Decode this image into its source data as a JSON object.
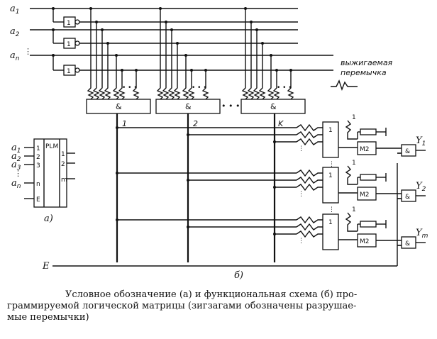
{
  "diagram": {
    "inputs": [
      "a",
      "1",
      "a",
      "2",
      "a",
      "n"
    ],
    "input_labels": {
      "a1_base": "a",
      "a1_sub": "1",
      "a2_base": "a",
      "a2_sub": "2",
      "dots": "⋮",
      "an_base": "a",
      "an_sub": "n"
    },
    "inverter_label": "1",
    "and_gate_label": "&",
    "and_gates": [
      "&",
      "&",
      "&"
    ],
    "gate_dots": "• • •",
    "fuse_dots": "• • •",
    "column_labels": [
      "1",
      "2",
      "K"
    ],
    "fuse_legend_1": "выжигаемая",
    "fuse_legend_2": "перемычка",
    "or_gate_label": "1",
    "xor_label": "M2",
    "output_and_label": "&",
    "outputs": [
      {
        "base": "Y",
        "sub": "1"
      },
      {
        "base": "Y",
        "sub": "2"
      },
      {
        "base": "Y",
        "sub": "m"
      }
    ],
    "one_label": "1",
    "enable_label": "E",
    "part_b_label": "б)",
    "plm": {
      "title": "PLM",
      "in_labels": [
        "1",
        "2",
        "3",
        "n"
      ],
      "out_labels": [
        "1",
        "2",
        "m"
      ],
      "e_label": "E",
      "side_inputs": [
        "a",
        "1",
        "a",
        "2",
        "a",
        "3",
        "a",
        "n"
      ],
      "part_a_label": "а)"
    }
  },
  "caption": {
    "line1": "Условное обозначение (а) и функциональная схема (б) про-",
    "line2": "граммируемой логической матрицы (зигзагами обозначены разрушае-",
    "line3": "мые перемычки)"
  }
}
